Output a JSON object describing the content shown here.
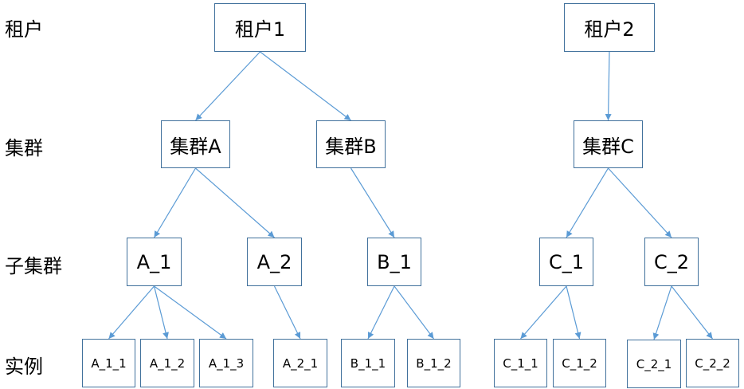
{
  "row_labels": {
    "tenant": "租户",
    "cluster": "集群",
    "subcluster": "子集群",
    "instance": "实例"
  },
  "nodes": {
    "t1": "租户1",
    "t2": "租户2",
    "cA": "集群A",
    "cB": "集群B",
    "cC": "集群C",
    "sA1": "A_1",
    "sA2": "A_2",
    "sB1": "B_1",
    "sC1": "C_1",
    "sC2": "C_2",
    "iA11": "A_1_1",
    "iA12": "A_1_2",
    "iA13": "A_1_3",
    "iA21": "A_2_1",
    "iB11": "B_1_1",
    "iB12": "B_1_2",
    "iC11": "C_1_1",
    "iC12": "C_1_2",
    "iC21": "C_2_1",
    "iC22": "C_2_2"
  },
  "edges": [
    [
      "t1",
      "cA"
    ],
    [
      "t1",
      "cB"
    ],
    [
      "t2",
      "cC"
    ],
    [
      "cA",
      "sA1"
    ],
    [
      "cA",
      "sA2"
    ],
    [
      "cB",
      "sB1"
    ],
    [
      "cC",
      "sC1"
    ],
    [
      "cC",
      "sC2"
    ],
    [
      "sA1",
      "iA11"
    ],
    [
      "sA1",
      "iA12"
    ],
    [
      "sA1",
      "iA13"
    ],
    [
      "sA2",
      "iA21"
    ],
    [
      "sB1",
      "iB11"
    ],
    [
      "sB1",
      "iB12"
    ],
    [
      "sC1",
      "iC11"
    ],
    [
      "sC1",
      "iC12"
    ],
    [
      "sC2",
      "iC21"
    ],
    [
      "sC2",
      "iC22"
    ]
  ],
  "colors": {
    "line": "#5b9bd5",
    "box_border": "#41719c"
  }
}
